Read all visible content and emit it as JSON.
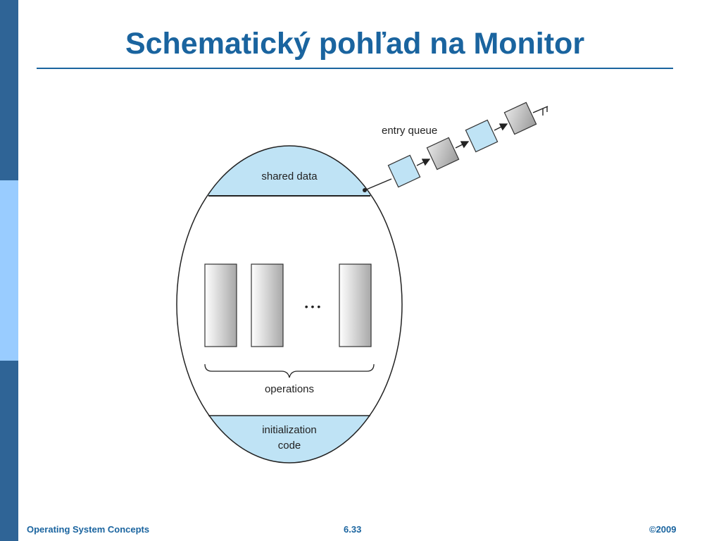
{
  "slide": {
    "title": "Schematický pohľad na Monitor",
    "footer": {
      "course": "Operating System Concepts",
      "page": "6.33",
      "copyright": "©2009"
    }
  },
  "diagram": {
    "labels": {
      "entry_queue": "entry queue",
      "shared_data": "shared data",
      "ellipsis": "• • •",
      "operations": "operations",
      "init_line1": "initialization",
      "init_line2": "code"
    },
    "colors": {
      "accent": "#1a649f",
      "sidebar_dark": "#2f6496",
      "sidebar_light": "#99ccff",
      "region_fill": "#bfe3f5",
      "queue_light": "#bfe3f5",
      "queue_gray": "#c8c8c8"
    },
    "queue_items": [
      "light",
      "gray",
      "light",
      "gray"
    ]
  }
}
